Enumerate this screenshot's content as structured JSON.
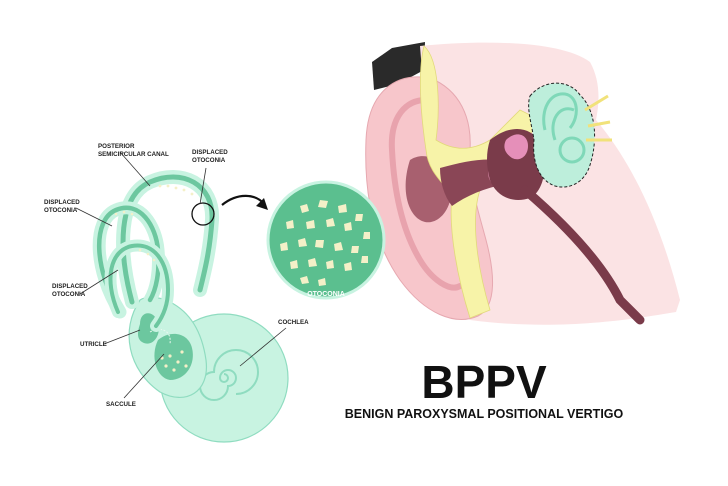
{
  "title": "BPPV",
  "subtitle": "BENIGN PAROXYSMAL POSITIONAL VERTIGO",
  "labels": {
    "posterior_canal_line1": "POSTERIOR",
    "posterior_canal_line2": "SEMICIRCULAR CANAL",
    "displaced_top_line1": "DISPLACED",
    "displaced_top_line2": "OTOCONIA",
    "displaced_left_line1": "DISPLACED",
    "displaced_left_line2": "OTOCONIA",
    "displaced_mid_line1": "DISPLACED",
    "displaced_mid_line2": "OTOCONIA",
    "utricle": "UTRICLE",
    "saccule": "SACCULE",
    "cochlea": "COCHLEA",
    "otoconia": "OTOCONIA"
  },
  "colors": {
    "labyrinth_fill": "#bdf0dc",
    "labyrinth_stroke": "#7fd8b8",
    "labyrinth_dark": "#6cc79f",
    "otoconia_circle": "#5bbf8f",
    "crystal": "#f4f0c8",
    "skin": "#f7d6d8",
    "canal_yellow": "#f7f3a8",
    "canal_dark": "#7a3b4a",
    "hair": "#2a2a2a"
  }
}
